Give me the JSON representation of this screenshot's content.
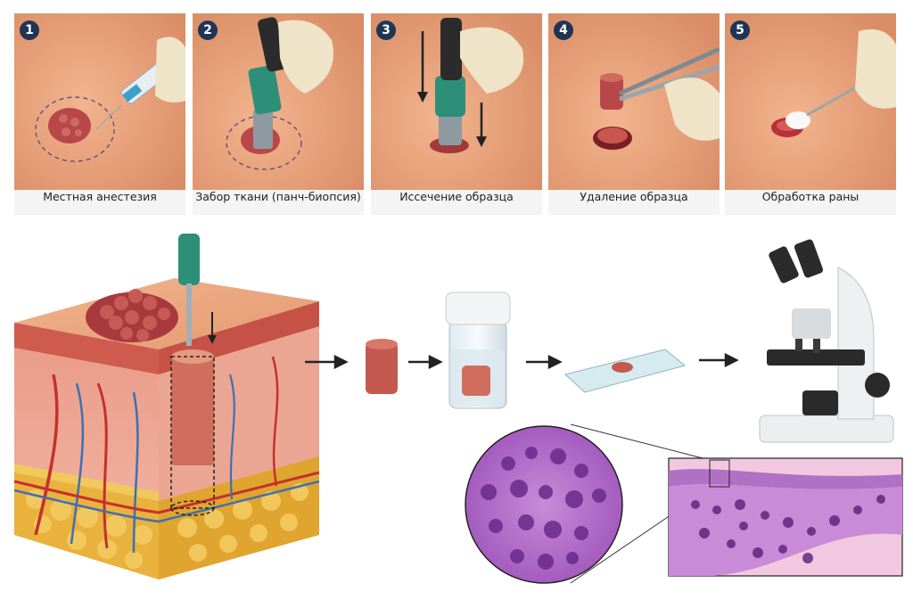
{
  "steps": [
    {
      "number": "1",
      "label": "Местная анестезия"
    },
    {
      "number": "2",
      "label": "Забор ткани (панч-биопсия)"
    },
    {
      "number": "3",
      "label": "Иссечение образца"
    },
    {
      "number": "4",
      "label": "Удаление образца"
    },
    {
      "number": "5",
      "label": "Обработка раны"
    }
  ],
  "colors": {
    "skin": "#e8a47c",
    "lesion": "#b8474a",
    "badge": "#1f3555",
    "tool_green": "#2e8f78",
    "stain_purple": "#a35cc0",
    "fat": "#e9b23c"
  }
}
